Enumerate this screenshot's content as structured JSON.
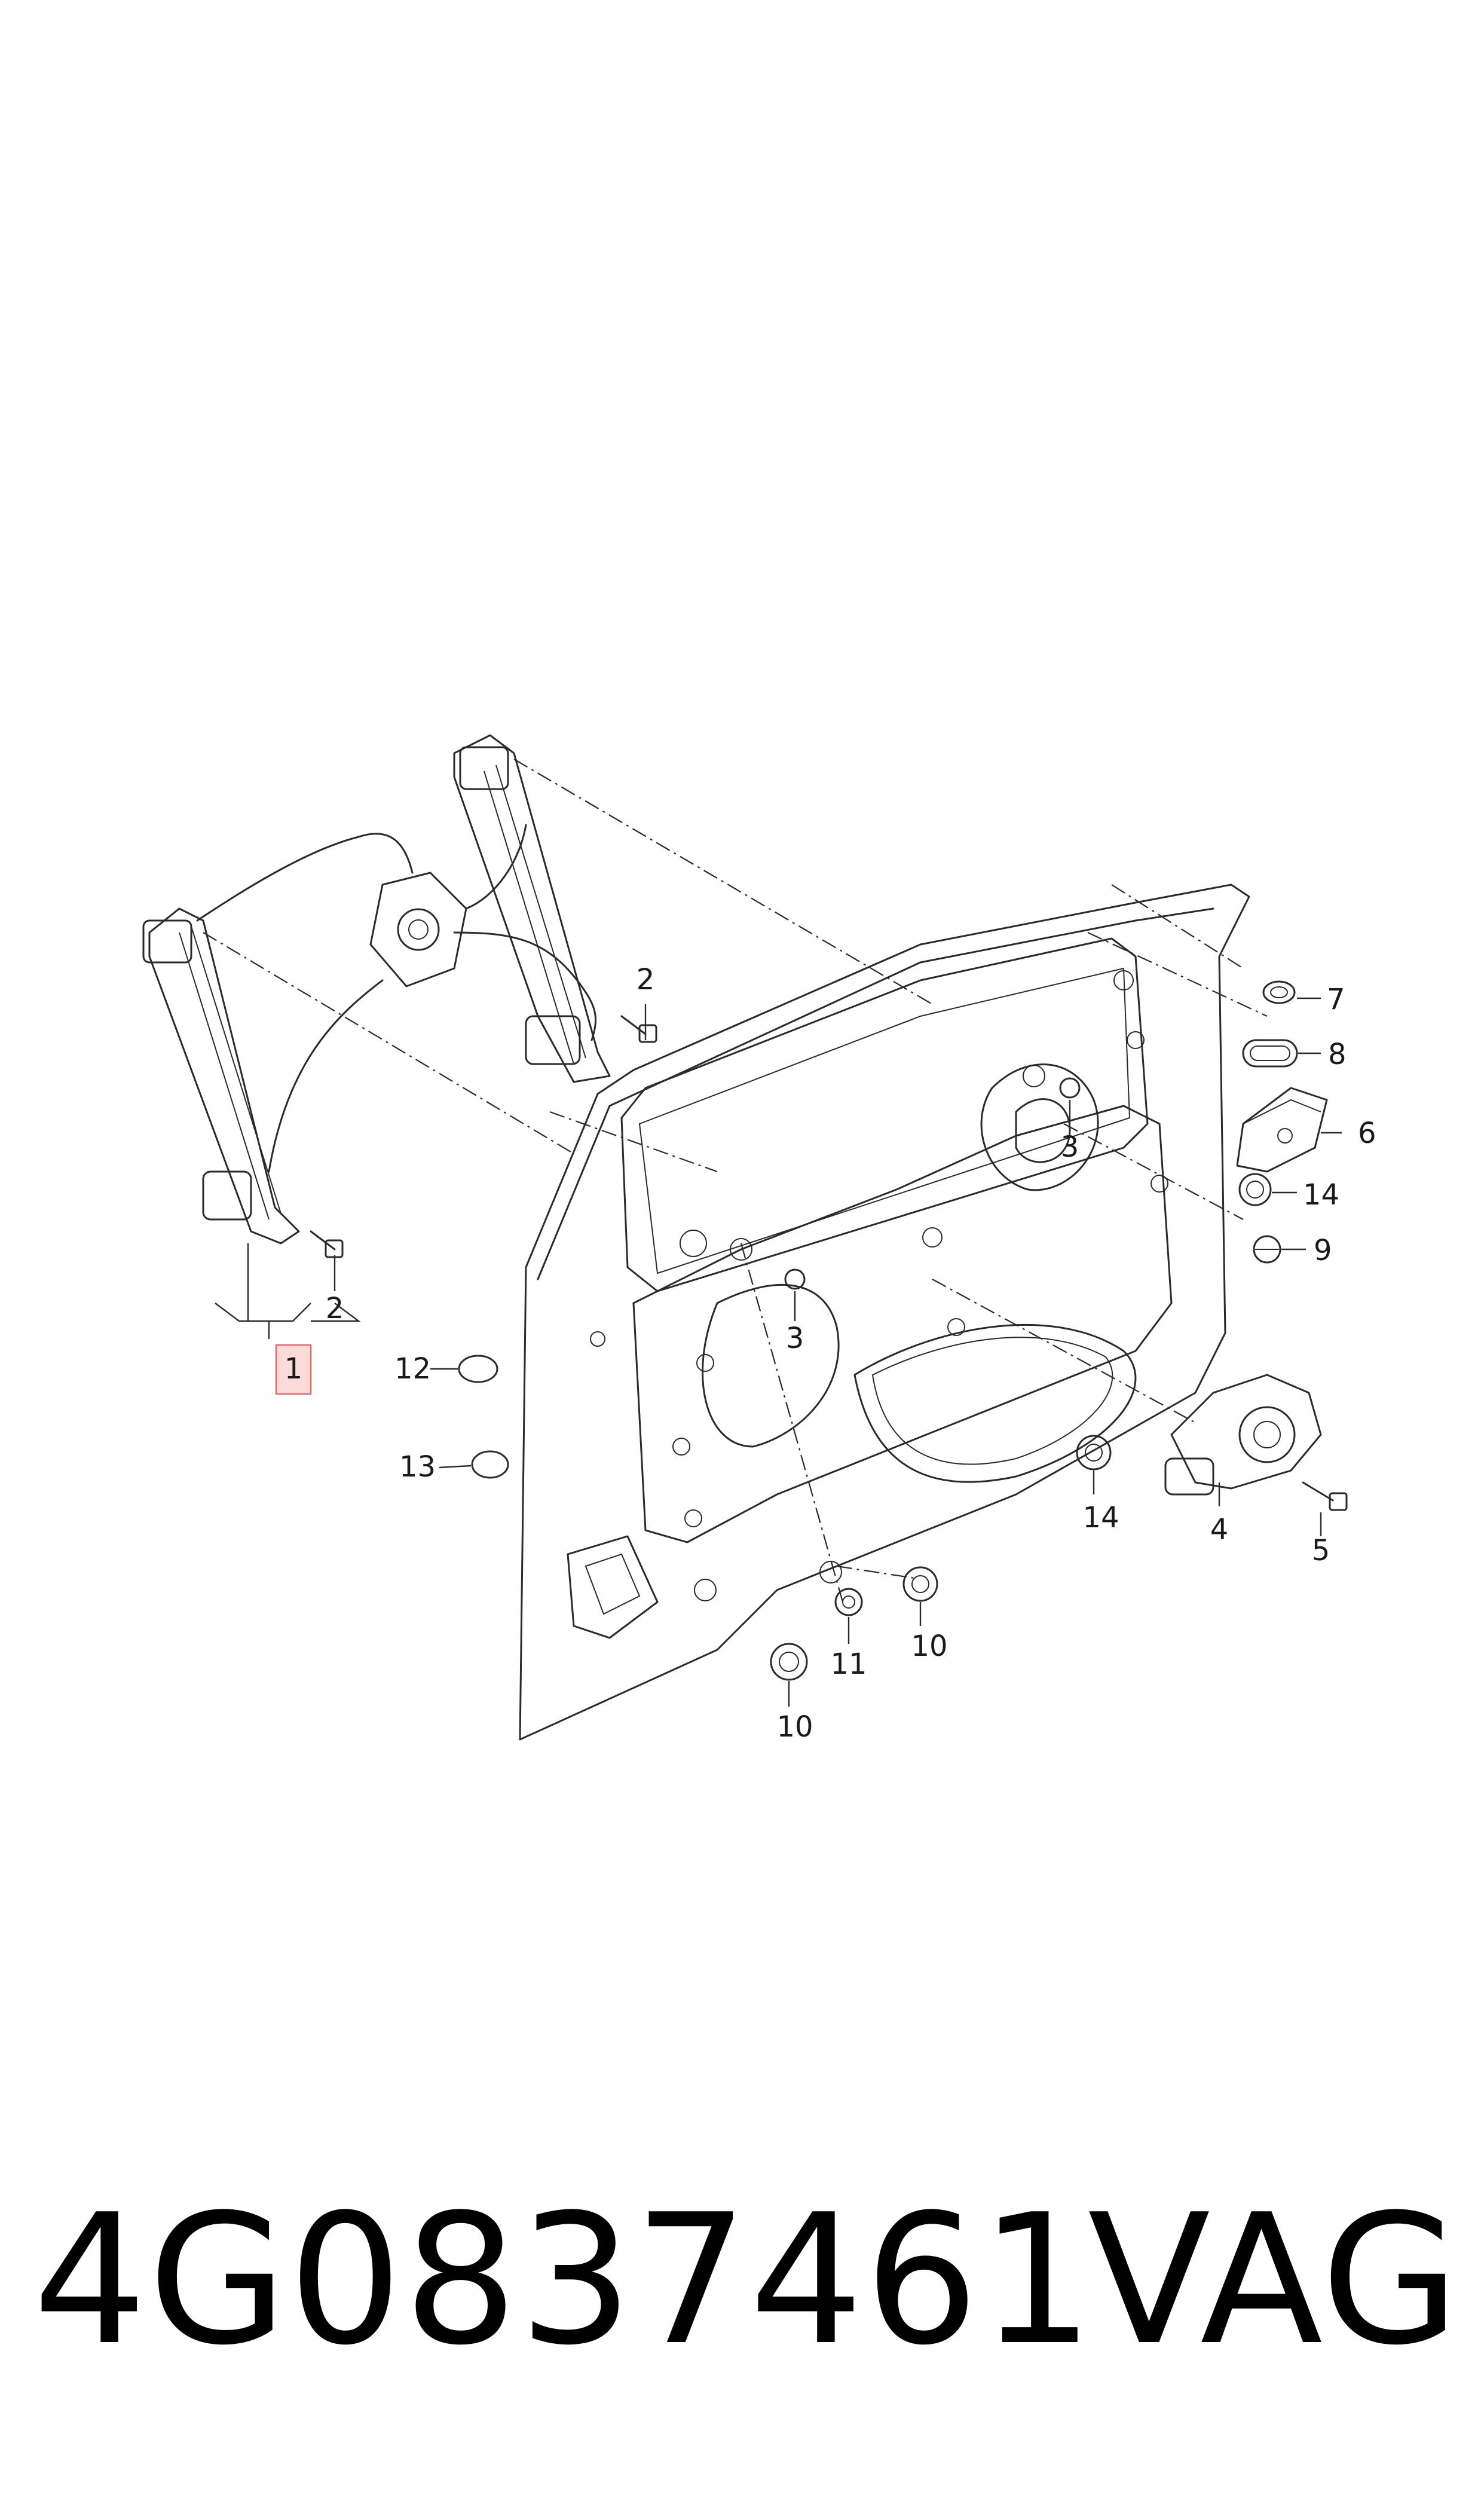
{
  "callouts": {
    "c1": "1",
    "c2a": "2",
    "c2b": "2",
    "c3a": "3",
    "c3b": "3",
    "c4": "4",
    "c5": "5",
    "c6": "6",
    "c7": "7",
    "c8": "8",
    "c9": "9",
    "c10a": "10",
    "c10b": "10",
    "c11": "11",
    "c12": "12",
    "c13": "13",
    "c14a": "14",
    "c14b": "14"
  },
  "footer": {
    "part_number": "4G0837461",
    "brand": "VAG"
  },
  "colors": {
    "highlight_fill": "#fbdada",
    "highlight_stroke": "#e06a6a",
    "line": "#2a2a2a"
  }
}
